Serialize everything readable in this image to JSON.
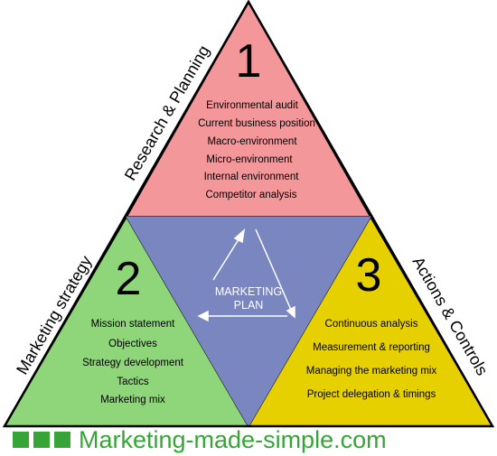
{
  "sections": [
    {
      "number": "1",
      "side_label": "Research & Planning",
      "items": [
        "Environmental audit",
        "Current business position",
        "Macro-environment",
        "Micro-environment",
        "Internal environment",
        "Competitor analysis"
      ],
      "color": "#f4979a"
    },
    {
      "number": "2",
      "side_label": "Marketing strategy",
      "items": [
        "Mission statement",
        "Objectives",
        "Strategy development",
        "Tactics",
        "Marketing mix"
      ],
      "color": "#8fd57a"
    },
    {
      "number": "3",
      "side_label": "Actions & Controls",
      "items": [
        "Continuous analysis",
        "Measurement & reporting",
        "Managing the marketing mix",
        "Project delegation & timings"
      ],
      "color": "#e6d000"
    }
  ],
  "center": {
    "line1": "MARKETING",
    "line2": "PLAN",
    "color": "#7a86c0"
  },
  "footer": {
    "text": "Marketing-made-simple.com",
    "color": "#37a437"
  }
}
